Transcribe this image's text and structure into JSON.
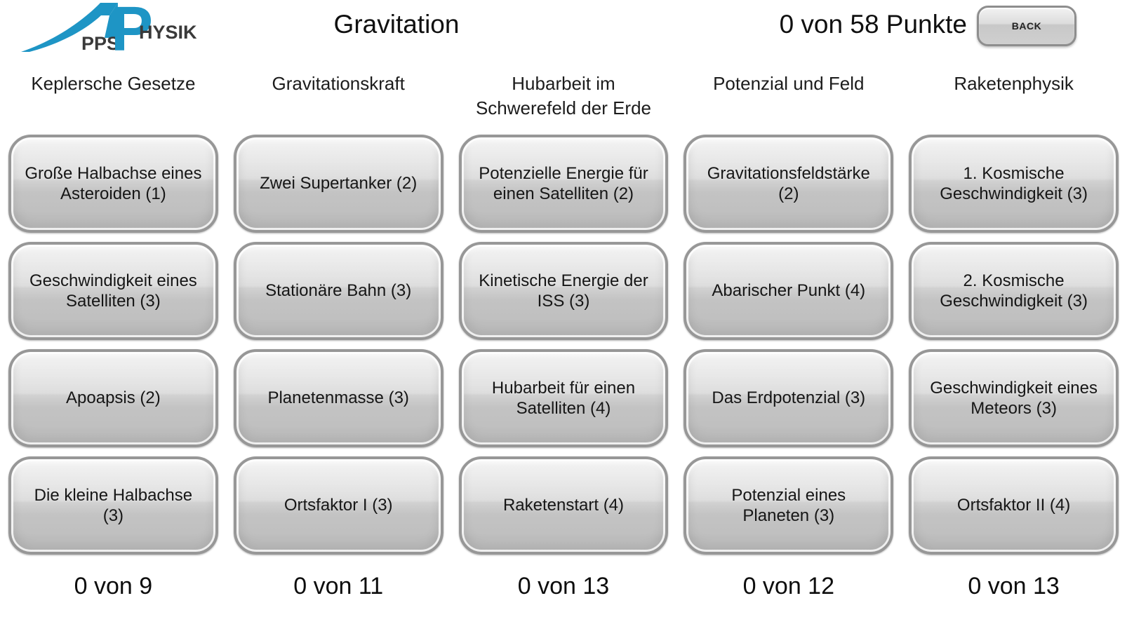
{
  "colors": {
    "brand_blue": "#1e95c5",
    "logo_dark": "#3a3a3a",
    "button_gray": "#c9c9c9",
    "border_gray": "#979797"
  },
  "header": {
    "title": "Gravitation",
    "points": "0 von 58 Punkte",
    "back_label": "BACK",
    "logo": {
      "pps": "PPS",
      "p": "P",
      "hysik": "HYSIK"
    }
  },
  "columns": [
    {
      "title": "Keplersche Gesetze",
      "score": "0 von 9",
      "tasks": [
        "Große Halbachse eines Asteroiden (1)",
        "Geschwindigkeit eines Satelliten (3)",
        "Apoapsis (2)",
        "Die kleine Halbachse (3)"
      ]
    },
    {
      "title": "Gravitationskraft",
      "score": "0 von 11",
      "tasks": [
        "Zwei Supertanker (2)",
        "Stationäre Bahn (3)",
        "Planetenmasse (3)",
        "Ortsfaktor I (3)"
      ]
    },
    {
      "title": "Hubarbeit im Schwerefeld der Erde",
      "score": "0 von 13",
      "tasks": [
        "Potenzielle Energie für einen Satelliten (2)",
        "Kinetische Energie der ISS (3)",
        "Hubarbeit für einen Satelliten (4)",
        "Raketenstart (4)"
      ]
    },
    {
      "title": "Potenzial und Feld",
      "score": "0 von 12",
      "tasks": [
        "Gravitationsfeldstärke (2)",
        "Abarischer Punkt (4)",
        "Das Erdpotenzial (3)",
        "Potenzial eines Planeten (3)"
      ]
    },
    {
      "title": "Raketenphysik",
      "score": "0 von 13",
      "tasks": [
        "1. Kosmische Geschwindigkeit (3)",
        "2. Kosmische Geschwindigkeit (3)",
        "Geschwindigkeit eines Meteors (3)",
        "Ortsfaktor II (4)"
      ]
    }
  ]
}
